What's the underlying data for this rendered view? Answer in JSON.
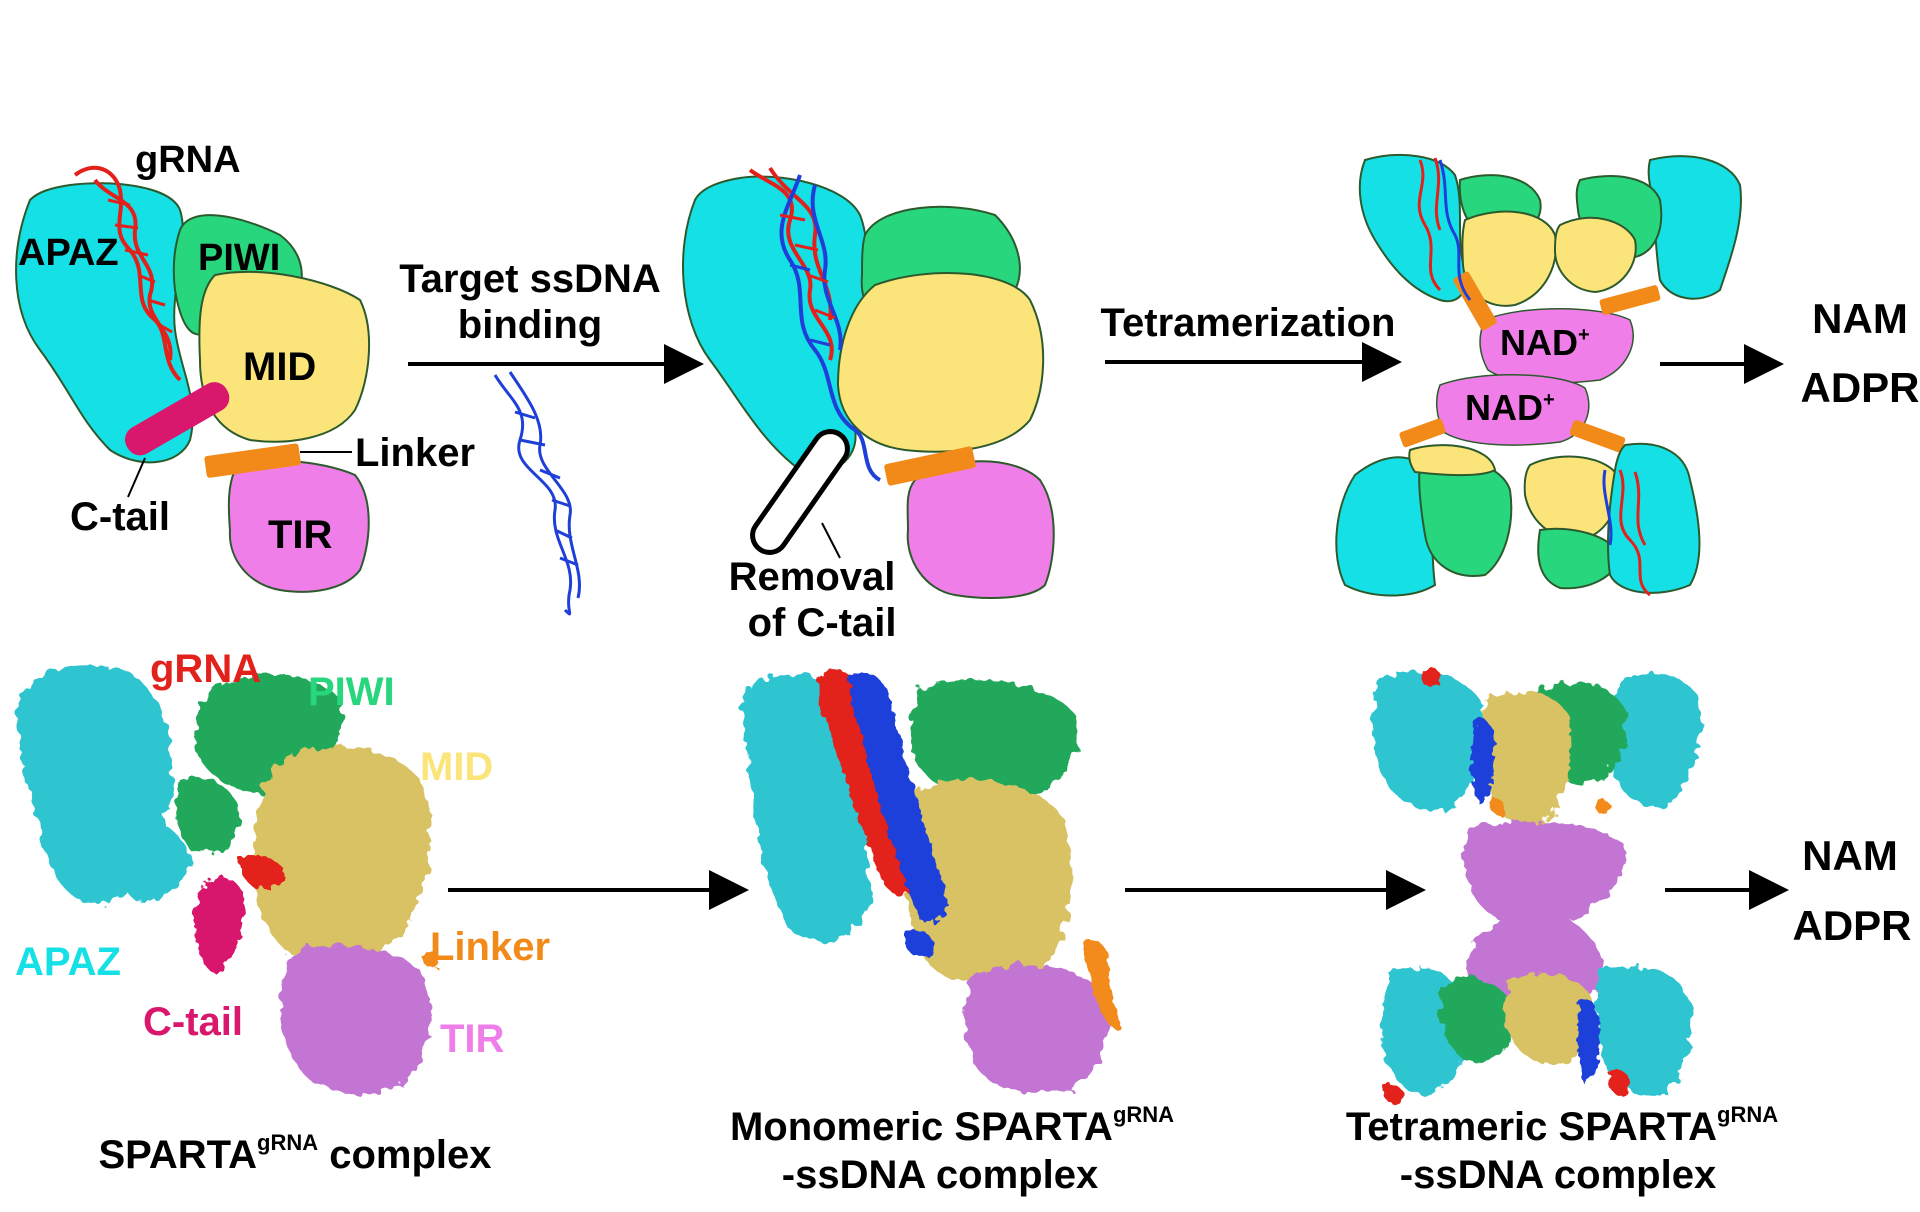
{
  "colors": {
    "apaz": "#14e0e6",
    "piwi": "#28d67e",
    "mid": "#fbe57a",
    "tir": "#f07ee8",
    "linker": "#f28a1a",
    "ctail": "#d9176d",
    "grna": "#e3211c",
    "ssdna": "#1f3fd9",
    "outline": "#2d5a2d",
    "text": "#000000"
  },
  "top": {
    "panel1": {
      "grna": "gRNA",
      "apaz": "APAZ",
      "piwi": "PIWI",
      "mid": "MID",
      "linker": "Linker",
      "ctail": "C-tail",
      "tir": "TIR"
    },
    "arrow1": {
      "line1": "Target ssDNA",
      "line2": "binding"
    },
    "panel2": {
      "removal_line1": "Removal",
      "removal_line2": "of C-tail"
    },
    "arrow2": {
      "label": "Tetramerization"
    },
    "panel3": {
      "nad": "NAD",
      "nad_sup": "+"
    },
    "products": {
      "nam": "NAM",
      "adpr": "ADPR"
    }
  },
  "bottom": {
    "panel1": {
      "grna": "gRNA",
      "piwi": "PIWI",
      "mid": "MID",
      "linker": "Linker",
      "apaz": "APAZ",
      "ctail": "C-tail",
      "tir": "TIR"
    },
    "products": {
      "nam": "NAM",
      "adpr": "ADPR"
    },
    "captions": {
      "c1_main": "SPARTA",
      "c1_sup": "gRNA",
      "c1_rest": " complex",
      "c2_main": "Monomeric SPARTA",
      "c2_sup": "gRNA",
      "c2_line2": "-ssDNA complex",
      "c3_main": "Tetrameric SPARTA",
      "c3_sup": "gRNA",
      "c3_line2": "-ssDNA complex"
    }
  }
}
